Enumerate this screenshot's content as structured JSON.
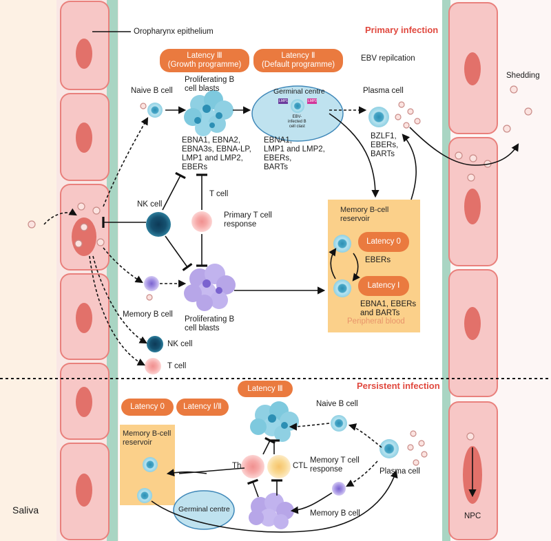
{
  "titles": {
    "primary": "Primary infection",
    "persistent": "Persistent infection"
  },
  "labels": {
    "oropharynx": "Oropharynx epithelium",
    "saliva": "Saliva",
    "shedding": "Shedding",
    "npc": "NPC",
    "ebv_replication": "EBV repilcation",
    "naive_b_top": "Naive B cell",
    "prolif_top": [
      "Proliferating B",
      "cell blasts"
    ],
    "germinal_top": "Germinal centre",
    "germinal_inner": [
      "EBV-",
      "infected B",
      "cell clast"
    ],
    "germinal_tag1": "LMP1",
    "germinal_tag2": "LMP2",
    "plasma_top": "Plasma cell",
    "latency3_genes": [
      "EBNA1, EBNA2,",
      "EBNA3s, EBNA-LP,",
      "LMP1 and LMP2,",
      "EBERs"
    ],
    "latency2_genes": [
      "EBNA1,",
      "LMP1 and LMP2,",
      "EBERs,",
      "BARTs"
    ],
    "plasma_genes": [
      "BZLF1,",
      "EBERs,",
      "BARTs"
    ],
    "nk_cell": "NK cell",
    "t_cell": "T cell",
    "primary_t": [
      "Primary T cell",
      "response"
    ],
    "memory_b": "Memory B cell",
    "prolif_mid": [
      "Proliferating B",
      "cell blasts"
    ],
    "nk_cell_low": "NK cell",
    "t_cell_low": "T cell",
    "reservoir_title": [
      "Memory B-cell",
      "reservoir"
    ],
    "ebers": "EBERs",
    "latency1_genes": [
      "EBNA1,  EBERs",
      "and BARTs"
    ],
    "peripheral": "Peripheral blood",
    "naive_b_bottom": "Naive B cell",
    "th": "Th",
    "ctl": "CTL",
    "memory_t": [
      "Memory T cell",
      "response"
    ],
    "plasma_bottom": "Plasma cell",
    "memory_b_bottom": "Memory B cell",
    "reservoir_bottom": [
      "Memory B-cell",
      "reservoir"
    ],
    "germinal_bottom": "Germinal centre"
  },
  "pills": {
    "latency3_top": [
      "Latency Ⅲ",
      "(Growth programme)"
    ],
    "latency2_top": [
      "Latency Ⅱ",
      "(Default programme)"
    ],
    "latency0_box": "Latency 0",
    "latency1_box": "Latency Ⅰ",
    "latency3_bottom": "Latency Ⅲ",
    "latency0_bottom": "Latency 0",
    "latency12_bottom": "Latency Ⅰ/Ⅱ"
  },
  "colors": {
    "accent_orange": "#ea7a3f",
    "title_red": "#e0483e",
    "epithelium": "#f6c9c8",
    "nucleus": "#e0746c",
    "reservoir_box": "#fbd08a",
    "b_cell": "#7ec9de",
    "nk_cell": "#1f6f8b",
    "t_cell": "#f7b4b4",
    "memory_b": "#b7a6e8",
    "germinal": "#bfe2ef"
  }
}
